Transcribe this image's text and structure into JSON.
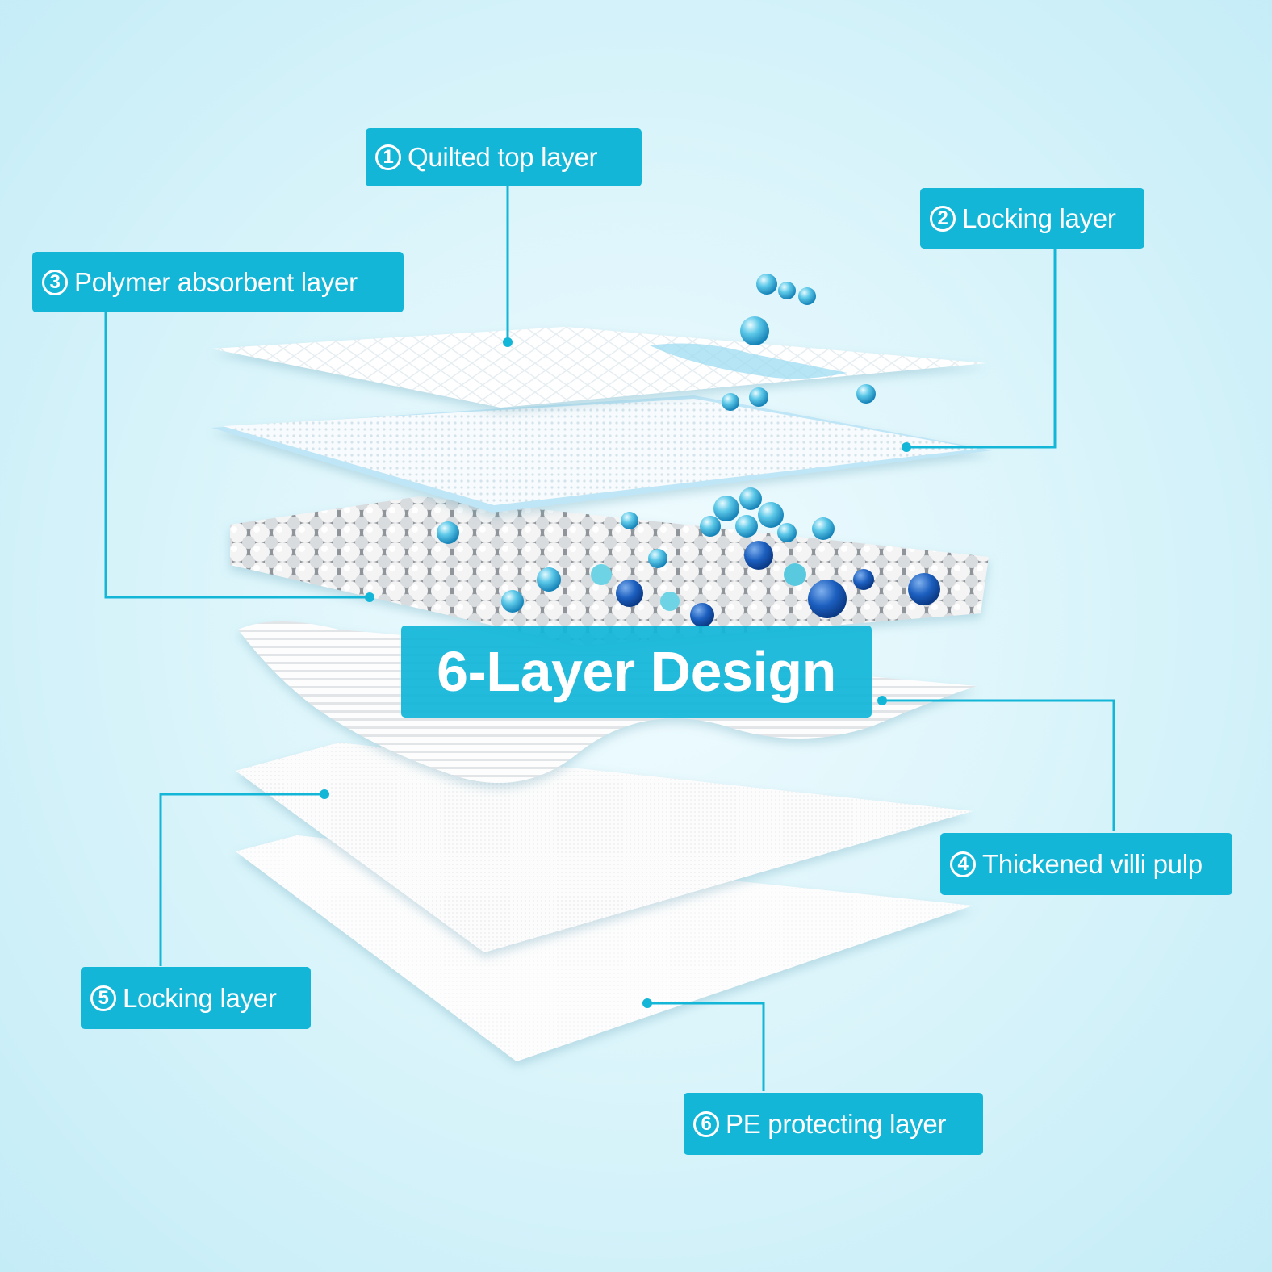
{
  "title": "6-Layer Design",
  "colors": {
    "accent": "#14b6d8",
    "background": "#d8f3fa",
    "water_drop": "#2aa9d6",
    "polymer_bead": "#1c5fbf",
    "sheet": "#ffffff"
  },
  "layers": [
    {
      "number": "1",
      "text": "Quilted top layer"
    },
    {
      "number": "2",
      "text": "Locking layer"
    },
    {
      "number": "3",
      "text": "Polymer absorbent layer"
    },
    {
      "number": "4",
      "text": "Thickened villi pulp"
    },
    {
      "number": "5",
      "text": "Locking layer"
    },
    {
      "number": "6",
      "text": "PE protecting layer"
    }
  ]
}
